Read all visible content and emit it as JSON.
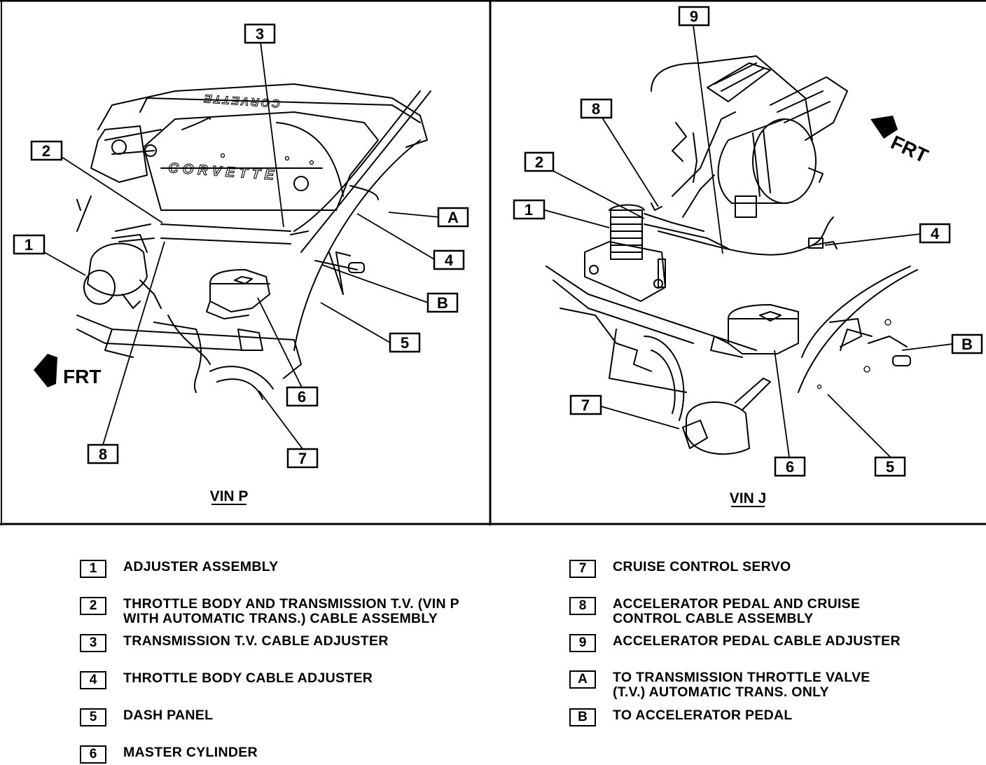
{
  "panels": {
    "left": {
      "title": "VIN P",
      "frt": "FRT",
      "callouts": [
        "1",
        "2",
        "3",
        "4",
        "5",
        "6",
        "7",
        "8",
        "A",
        "B"
      ]
    },
    "right": {
      "title": "VIN J",
      "frt": "FRT",
      "callouts": [
        "1",
        "2",
        "4",
        "5",
        "6",
        "7",
        "8",
        "9",
        "B"
      ]
    }
  },
  "engine_logo": "CORVETTE",
  "legend": [
    {
      "key": "1",
      "text": "ADJUSTER ASSEMBLY"
    },
    {
      "key": "2",
      "text": "THROTTLE BODY AND TRANSMISSION T.V. (VIN P\nWITH AUTOMATIC TRANS.) CABLE ASSEMBLY"
    },
    {
      "key": "3",
      "text": "TRANSMISSION T.V. CABLE ADJUSTER"
    },
    {
      "key": "4",
      "text": "THROTTLE BODY CABLE ADJUSTER"
    },
    {
      "key": "5",
      "text": "DASH PANEL"
    },
    {
      "key": "6",
      "text": "MASTER CYLINDER"
    },
    {
      "key": "7",
      "text": "CRUISE CONTROL SERVO"
    },
    {
      "key": "8",
      "text": "ACCELERATOR PEDAL AND CRUISE\nCONTROL CABLE ASSEMBLY"
    },
    {
      "key": "9",
      "text": "ACCELERATOR PEDAL CABLE ADJUSTER"
    },
    {
      "key": "A",
      "text": "TO TRANSMISSION THROTTLE VALVE\n(T.V.) AUTOMATIC TRANS. ONLY"
    },
    {
      "key": "B",
      "text": "TO ACCELERATOR PEDAL"
    }
  ]
}
